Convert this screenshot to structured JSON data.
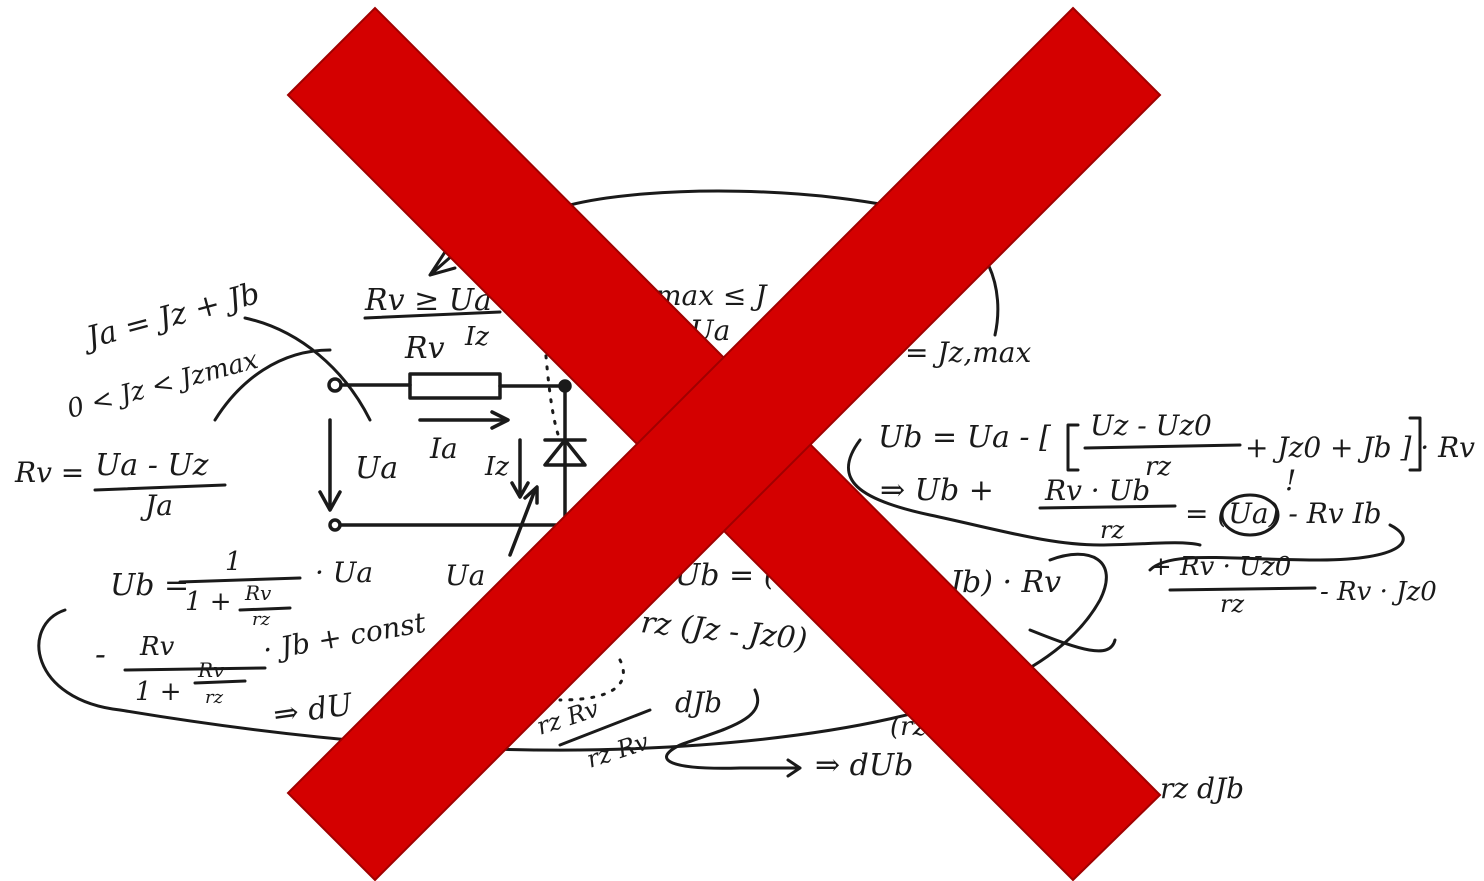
{
  "image": {
    "description_role": "handwritten-notes-crossed-out",
    "overlay_color": "#d40000",
    "overlay_edge_color": "#a00000",
    "ink_color": "#1a1a1a",
    "background_color": "#ffffff"
  },
  "notes": {
    "arrow_label_top": "⬋",
    "eq_ia": "Ja = Jz + Jb",
    "eq_range": "0 < Jz < Jzmax",
    "eq_rv_top_num": "Rv ≥ Ua",
    "eq_rv_top_den": "Iz",
    "eq_max": "max ≤ J",
    "eq_ua_frag": "Ua",
    "eq_jzmax": "= Jz,max",
    "label_rv": "Rv",
    "label_ia": "Ia",
    "label_iz": "Iz",
    "label_ua": "Ua",
    "eq_rv_left_lhs": "Rv =",
    "eq_rv_left_num": "Ua - Uz",
    "eq_rv_left_den": "Ja",
    "eq_ub_right_1": "Ub = Ua - [",
    "eq_ub_right_frac_num": "Uz - Uz0",
    "eq_ub_right_frac_den": "rz",
    "eq_ub_right_tail": "+ Jz0 + Jb ] · Rv",
    "eq_ub_right_2a": "⇒ Ub +",
    "eq_ub_right_2_num": "Rv · Ub",
    "eq_ub_right_2_den": "rz",
    "eq_ub_right_2b": "= (Ua) - Rv Ib",
    "eq_ub_right_3_num": "+ Rv · Uz0",
    "eq_ub_right_3_den": "rz",
    "eq_ub_right_3_tail": "- Rv · Jz0",
    "exclaim": "!",
    "eq_ub_left_lhs": "Ub =",
    "eq_ub_left_num": "1",
    "eq_ub_left_den": "1 +",
    "eq_ub_left_den_frac_num": "Rv",
    "eq_ub_left_den_frac_den": "rz",
    "eq_ub_left_tail": "· Ua",
    "eq_minus": "-",
    "eq_minus_num": "Rv",
    "eq_minus_den": "1 +",
    "eq_minus_den_frac_num": "Rv",
    "eq_minus_den_frac_den": "rz",
    "eq_minus_tail": "· Jb + const",
    "eq_du": "⇒ dU",
    "eq_mid_1": "Ub = (",
    "eq_mid_2": "Jb) · Rv",
    "eq_mid_3": "rz (Jz - Jz0)",
    "eq_mid_ua": "Ua",
    "eq_rz_rv_1": "rz Rv",
    "eq_rz_rv_2": "rz Rv",
    "eq_djb": "dJb",
    "eq_bottom_1": "⇒ dUb",
    "eq_bottom_rz": "(rz",
    "eq_bottom_2": "rz dJb"
  }
}
